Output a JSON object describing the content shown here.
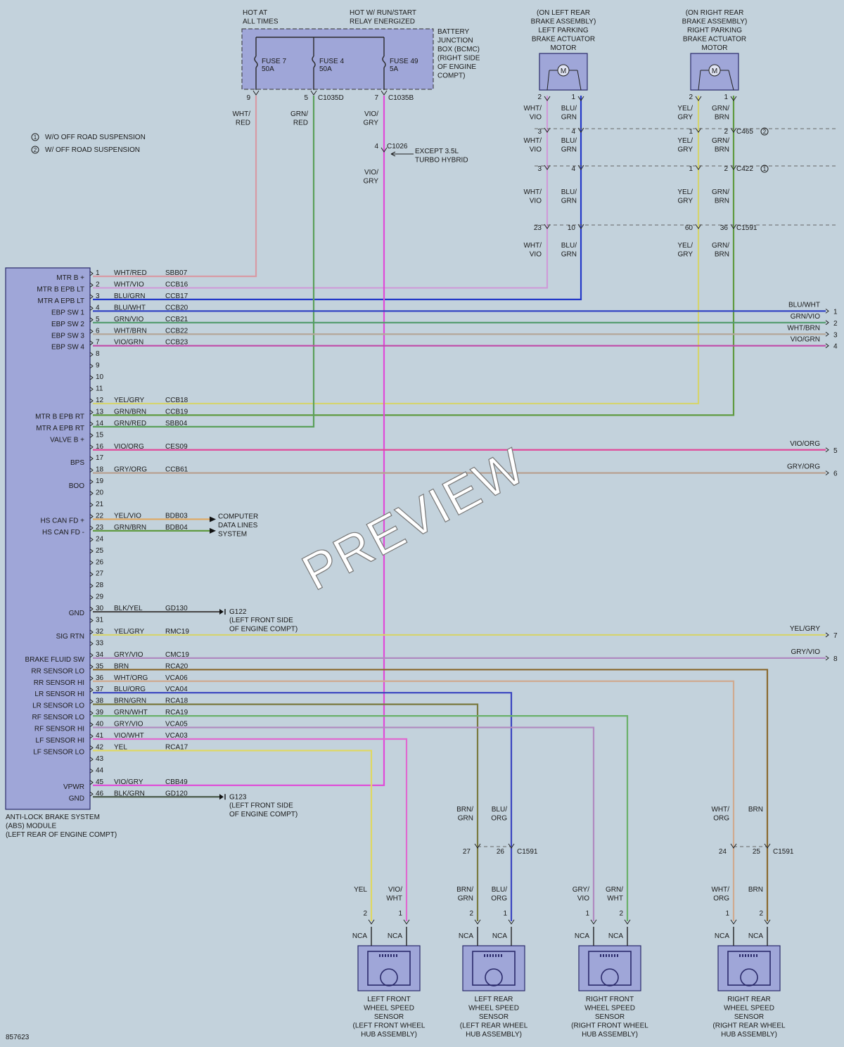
{
  "figure_number": "857623",
  "notes": [
    {
      "num": "1",
      "text": "W/O OFF ROAD SUSPENSION"
    },
    {
      "num": "2",
      "text": "W/ OFF ROAD SUSPENSION"
    }
  ],
  "power": {
    "hot_at_all_times": [
      "HOT AT",
      "ALL TIMES"
    ],
    "hot_run_start": [
      "HOT W/ RUN/START",
      "RELAY ENERGIZED"
    ],
    "bjb": [
      "BATTERY",
      "JUNCTION",
      "BOX (BCMC)",
      "(RIGHT SIDE",
      "OF ENGINE",
      "COMPT)"
    ],
    "fuses": [
      {
        "name": "FUSE 7",
        "rating": "50A",
        "pin": "9",
        "connector": "",
        "wire": [
          "WHT/",
          "RED"
        ]
      },
      {
        "name": "FUSE 4",
        "rating": "50A",
        "pin": "5",
        "connector": "C1035D",
        "wire": [
          "GRN/",
          "RED"
        ]
      },
      {
        "name": "FUSE 49",
        "rating": "5A",
        "pin": "7",
        "connector": "C1035B",
        "wire": [
          "VIO/",
          "GRY"
        ]
      }
    ],
    "c1026": {
      "pin": "4",
      "connector": "C1026",
      "except": [
        "EXCEPT 3.5L",
        "TURBO HYBRID"
      ],
      "wire": [
        "VIO/",
        "GRY"
      ]
    }
  },
  "motors": [
    {
      "loc": [
        "(ON LEFT REAR",
        "BRAKE ASSEMBLY)"
      ],
      "name": [
        "LEFT PARKING",
        "BRAKE ACTUATOR",
        "MOTOR"
      ],
      "symbol": "M",
      "left_pins": [
        "2",
        "3",
        "3",
        "23"
      ],
      "right_pins": [
        "1",
        "4",
        "4",
        "10"
      ],
      "left_wire": [
        "WHT/",
        "VIO"
      ],
      "right_wire": [
        "BLU/",
        "GRN"
      ]
    },
    {
      "loc": [
        "(ON RIGHT REAR",
        "BRAKE ASSEMBLY)"
      ],
      "name": [
        "RIGHT PARKING",
        "BRAKE ACTUATOR",
        "MOTOR"
      ],
      "symbol": "M",
      "left_pins": [
        "2",
        "1",
        "1",
        "60"
      ],
      "right_pins": [
        "1",
        "2",
        "2",
        "36"
      ],
      "left_wire": [
        "YEL/",
        "GRY"
      ],
      "right_wire": [
        "GRN/",
        "BRN"
      ]
    }
  ],
  "inline_connectors": [
    {
      "name": "C465",
      "note": "2"
    },
    {
      "name": "C422",
      "note": "1"
    },
    {
      "name": "C1591",
      "note": ""
    }
  ],
  "module": {
    "title": [
      "ANTI-LOCK BRAKE SYSTEM",
      "(ABS) MODULE",
      "(LEFT REAR OF ENGINE COMPT)"
    ],
    "pins": [
      {
        "pin": "1",
        "label": "MTR B +",
        "color": "WHT/RED",
        "circuit": "SBB07",
        "stroke": "#d89aa4"
      },
      {
        "pin": "2",
        "label": "MTR B EPB LT",
        "color": "WHT/VIO",
        "circuit": "CCB16",
        "stroke": "#cf9bd8"
      },
      {
        "pin": "3",
        "label": "MTR A EPB LT",
        "color": "BLU/GRN",
        "circuit": "CCB17",
        "stroke": "#2338c8"
      },
      {
        "pin": "4",
        "label": "EBP SW 1",
        "color": "BLU/WHT",
        "circuit": "CCB20",
        "stroke": "#3344c4"
      },
      {
        "pin": "5",
        "label": "EBP SW 2",
        "color": "GRN/VIO",
        "circuit": "CCB21",
        "stroke": "#4f9a6a"
      },
      {
        "pin": "6",
        "label": "EBP SW 3",
        "color": "WHT/BRN",
        "circuit": "CCB22",
        "stroke": "#b4a79a"
      },
      {
        "pin": "7",
        "label": "EBP SW 4",
        "color": "VIO/GRN",
        "circuit": "CCB23",
        "stroke": "#c04aa8"
      },
      {
        "pin": "8",
        "label": "",
        "color": "",
        "circuit": "",
        "stroke": ""
      },
      {
        "pin": "9",
        "label": "",
        "color": "",
        "circuit": "",
        "stroke": ""
      },
      {
        "pin": "10",
        "label": "",
        "color": "",
        "circuit": "",
        "stroke": ""
      },
      {
        "pin": "11",
        "label": "",
        "color": "",
        "circuit": "",
        "stroke": ""
      },
      {
        "pin": "12",
        "label": "",
        "color": "YEL/GRY",
        "circuit": "CCB18",
        "stroke": "#d5d46c"
      },
      {
        "pin": "13",
        "label": "MTR B EPB RT",
        "color": "GRN/BRN",
        "circuit": "CCB19",
        "stroke": "#5f9a40"
      },
      {
        "pin": "14",
        "label": "MTR A EPB RT",
        "color": "GRN/RED",
        "circuit": "SBB04",
        "stroke": "#5aa05a"
      },
      {
        "pin": "15",
        "label": "VALVE B +",
        "color": "",
        "circuit": "",
        "stroke": ""
      },
      {
        "pin": "16",
        "label": "",
        "color": "VIO/ORG",
        "circuit": "CES09",
        "stroke": "#e04a9a"
      },
      {
        "pin": "17",
        "label": "BPS",
        "color": "",
        "circuit": "",
        "stroke": ""
      },
      {
        "pin": "18",
        "label": "",
        "color": "GRY/ORG",
        "circuit": "CCB61",
        "stroke": "#b8a090"
      },
      {
        "pin": "19",
        "label": "BOO",
        "color": "",
        "circuit": "",
        "stroke": ""
      },
      {
        "pin": "20",
        "label": "",
        "color": "",
        "circuit": "",
        "stroke": ""
      },
      {
        "pin": "21",
        "label": "",
        "color": "",
        "circuit": "",
        "stroke": ""
      },
      {
        "pin": "22",
        "label": "HS CAN FD +",
        "color": "YEL/VIO",
        "circuit": "BDB03",
        "stroke": "#e0a860"
      },
      {
        "pin": "23",
        "label": "HS CAN FD -",
        "color": "GRN/BRN",
        "circuit": "BDB04",
        "stroke": "#5f9a40"
      },
      {
        "pin": "24",
        "label": "",
        "color": "",
        "circuit": "",
        "stroke": ""
      },
      {
        "pin": "25",
        "label": "",
        "color": "",
        "circuit": "",
        "stroke": ""
      },
      {
        "pin": "26",
        "label": "",
        "color": "",
        "circuit": "",
        "stroke": ""
      },
      {
        "pin": "27",
        "label": "",
        "color": "",
        "circuit": "",
        "stroke": ""
      },
      {
        "pin": "28",
        "label": "",
        "color": "",
        "circuit": "",
        "stroke": ""
      },
      {
        "pin": "29",
        "label": "",
        "color": "",
        "circuit": "",
        "stroke": ""
      },
      {
        "pin": "30",
        "label": "GND",
        "color": "BLK/YEL",
        "circuit": "GD130",
        "stroke": "#4a4a4a"
      },
      {
        "pin": "31",
        "label": "",
        "color": "",
        "circuit": "",
        "stroke": ""
      },
      {
        "pin": "32",
        "label": "SIG RTN",
        "color": "YEL/GRY",
        "circuit": "RMC19",
        "stroke": "#d5d46c"
      },
      {
        "pin": "33",
        "label": "",
        "color": "",
        "circuit": "",
        "stroke": ""
      },
      {
        "pin": "34",
        "label": "BRAKE FLUID SW",
        "color": "GRY/VIO",
        "circuit": "CMC19",
        "stroke": "#b08ac0"
      },
      {
        "pin": "35",
        "label": "RR SENSOR LO",
        "color": "BRN",
        "circuit": "RCA20",
        "stroke": "#8a6a30"
      },
      {
        "pin": "36",
        "label": "RR SENSOR HI",
        "color": "WHT/ORG",
        "circuit": "VCA06",
        "stroke": "#d0aa90"
      },
      {
        "pin": "37",
        "label": "LR SENSOR HI",
        "color": "BLU/ORG",
        "circuit": "VCA04",
        "stroke": "#3a44c0"
      },
      {
        "pin": "38",
        "label": "LR SENSOR LO",
        "color": "BRN/GRN",
        "circuit": "RCA18",
        "stroke": "#7a7a40"
      },
      {
        "pin": "39",
        "label": "RF SENSOR LO",
        "color": "GRN/WHT",
        "circuit": "RCA19",
        "stroke": "#6ab06a"
      },
      {
        "pin": "40",
        "label": "RF SENSOR HI",
        "color": "GRY/VIO",
        "circuit": "VCA05",
        "stroke": "#b08ac0"
      },
      {
        "pin": "41",
        "label": "LF SENSOR HI",
        "color": "VIO/WHT",
        "circuit": "VCA03",
        "stroke": "#e06ad0"
      },
      {
        "pin": "42",
        "label": "LF SENSOR LO",
        "color": "YEL",
        "circuit": "RCA17",
        "stroke": "#e0d860"
      },
      {
        "pin": "43",
        "label": "",
        "color": "",
        "circuit": "",
        "stroke": ""
      },
      {
        "pin": "44",
        "label": "",
        "color": "",
        "circuit": "",
        "stroke": ""
      },
      {
        "pin": "45",
        "label": "VPWR",
        "color": "VIO/GRY",
        "circuit": "CBB49",
        "stroke": "#e04ad8"
      },
      {
        "pin": "46",
        "label": "GND",
        "color": "BLK/GRN",
        "circuit": "GD120",
        "stroke": "#4a5a4a"
      }
    ]
  },
  "right_edge": [
    {
      "label": "BLU/WHT",
      "num": "1"
    },
    {
      "label": "GRN/VIO",
      "num": "2"
    },
    {
      "label": "WHT/BRN",
      "num": "3"
    },
    {
      "label": "VIO/GRN",
      "num": "4"
    },
    {
      "label": "VIO/ORG",
      "num": "5"
    },
    {
      "label": "GRY/ORG",
      "num": "6"
    },
    {
      "label": "YEL/GRY",
      "num": "7"
    },
    {
      "label": "GRY/VIO",
      "num": "8"
    }
  ],
  "computer_data": [
    "COMPUTER",
    "DATA LINES",
    "SYSTEM"
  ],
  "grounds": [
    {
      "name": "G122",
      "loc": [
        "(LEFT FRONT SIDE",
        "OF ENGINE COMPT)"
      ]
    },
    {
      "name": "G123",
      "loc": [
        "(LEFT FRONT SIDE",
        "OF ENGINE COMPT)"
      ]
    }
  ],
  "sensors": [
    {
      "name": [
        "LEFT FRONT",
        "WHEEL SPEED",
        "SENSOR",
        "(LEFT FRONT WHEEL",
        "HUB ASSEMBLY)"
      ],
      "left_pin": "2",
      "right_pin": "1",
      "left_wire": [
        "YEL"
      ],
      "right_wire": [
        "VIO/",
        "WHT"
      ],
      "nca": "NCA",
      "upper_left_wire": [],
      "upper_right_wire": [],
      "c1591": []
    },
    {
      "name": [
        "LEFT REAR",
        "WHEEL SPEED",
        "SENSOR",
        "(LEFT REAR WHEEL",
        "HUB ASSEMBLY)"
      ],
      "left_pin": "2",
      "right_pin": "1",
      "left_wire": [
        "BRN/",
        "GRN"
      ],
      "right_wire": [
        "BLU/",
        "ORG"
      ],
      "nca": "NCA",
      "upper_left_wire": [
        "BRN/",
        "GRN"
      ],
      "upper_right_wire": [
        "BLU/",
        "ORG"
      ],
      "c1591": [
        "27",
        "26"
      ]
    },
    {
      "name": [
        "RIGHT FRONT",
        "WHEEL SPEED",
        "SENSOR",
        "(RIGHT FRONT WHEEL",
        "HUB ASSEMBLY)"
      ],
      "left_pin": "1",
      "right_pin": "2",
      "left_wire": [
        "GRY/",
        "VIO"
      ],
      "right_wire": [
        "GRN/",
        "WHT"
      ],
      "nca": "NCA",
      "upper_left_wire": [],
      "upper_right_wire": [],
      "c1591": []
    },
    {
      "name": [
        "RIGHT REAR",
        "WHEEL SPEED",
        "SENSOR",
        "(RIGHT REAR WHEEL",
        "HUB ASSEMBLY)"
      ],
      "left_pin": "1",
      "right_pin": "2",
      "left_wire": [
        "WHT/",
        "ORG"
      ],
      "right_wire": [
        "BRN"
      ],
      "nca": "NCA",
      "upper_left_wire": [
        "WHT/",
        "ORG"
      ],
      "upper_right_wire": [
        "BRN"
      ],
      "c1591": [
        "24",
        "25"
      ]
    }
  ],
  "watermark": "PREVIEW",
  "colors": {
    "background": "#c3d2dc",
    "component_fill": "#9fa6d8",
    "component_stroke": "#2a2a6a"
  }
}
